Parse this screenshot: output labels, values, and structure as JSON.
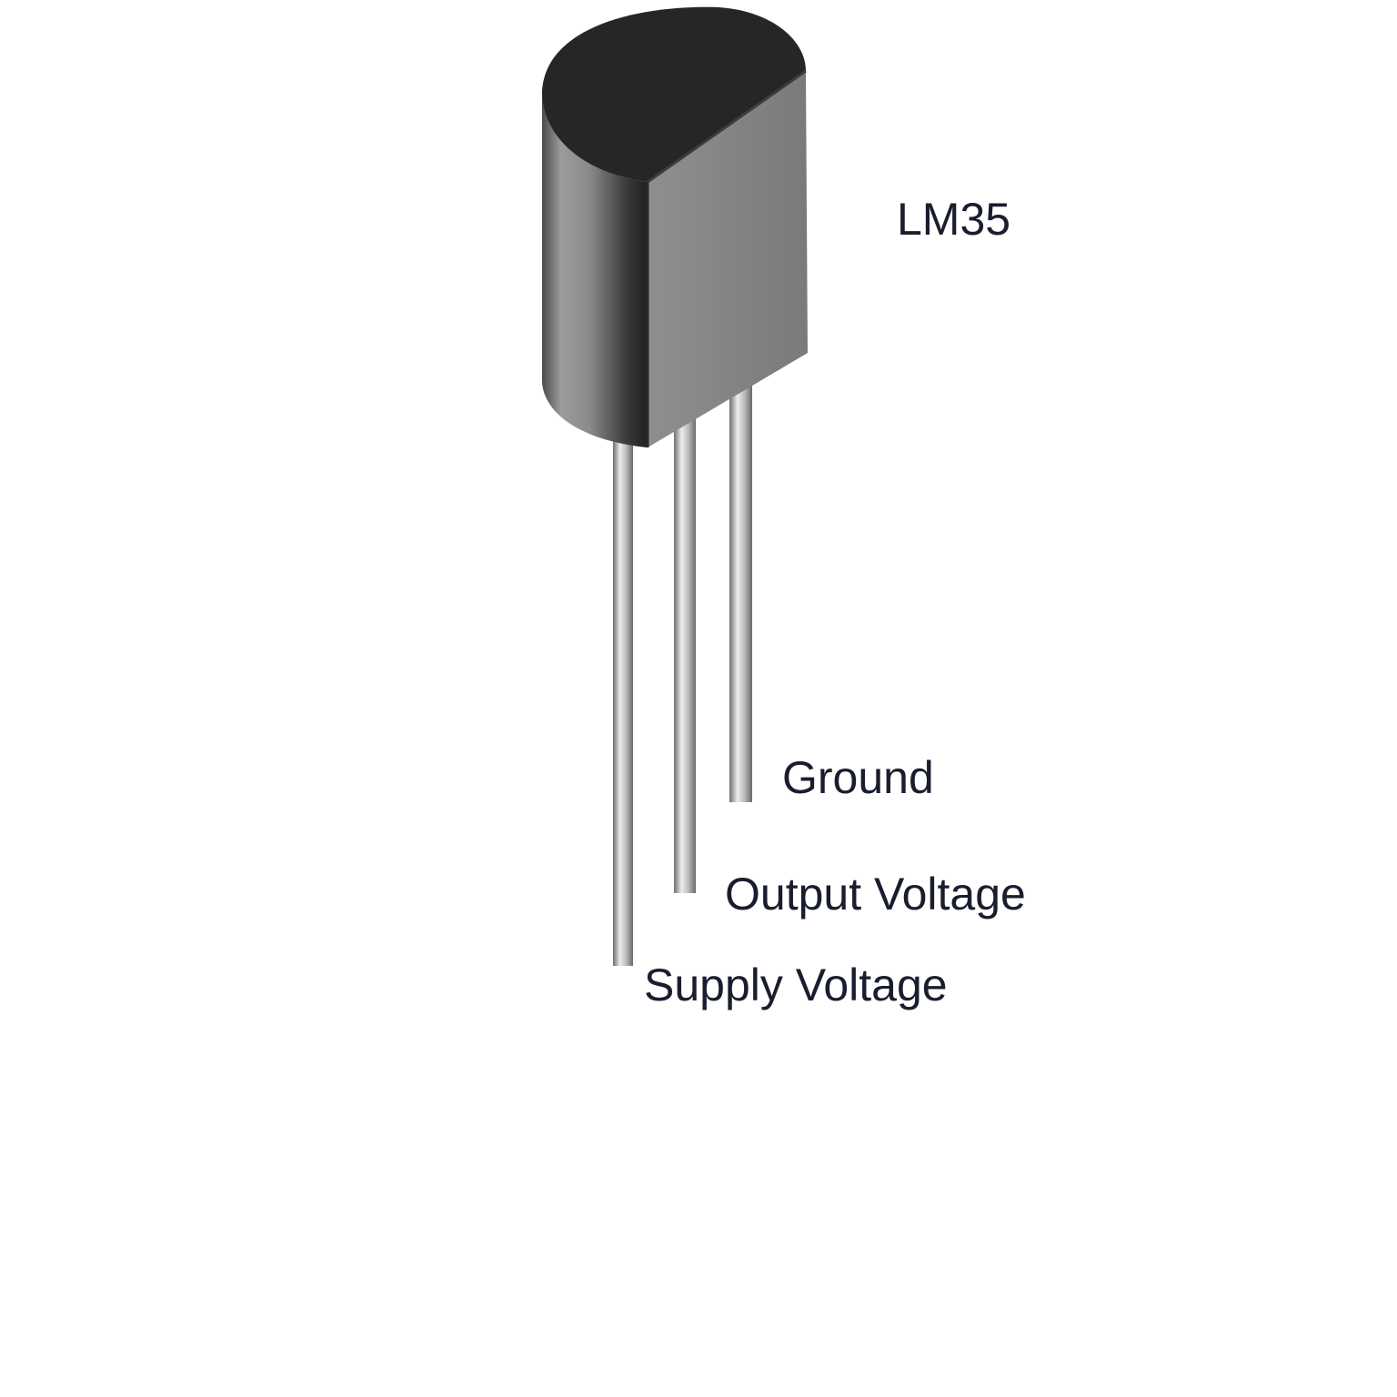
{
  "diagram": {
    "part_label": "LM35",
    "pins": [
      {
        "label": "Ground"
      },
      {
        "label": "Output Voltage"
      },
      {
        "label": "Supply Voltage"
      }
    ]
  },
  "colors": {
    "background": "#ffffff",
    "label_text": "#1a1d2e",
    "body_top": "#262626",
    "body_front": "#8a8a8a",
    "lead": "#9a9a9a"
  }
}
